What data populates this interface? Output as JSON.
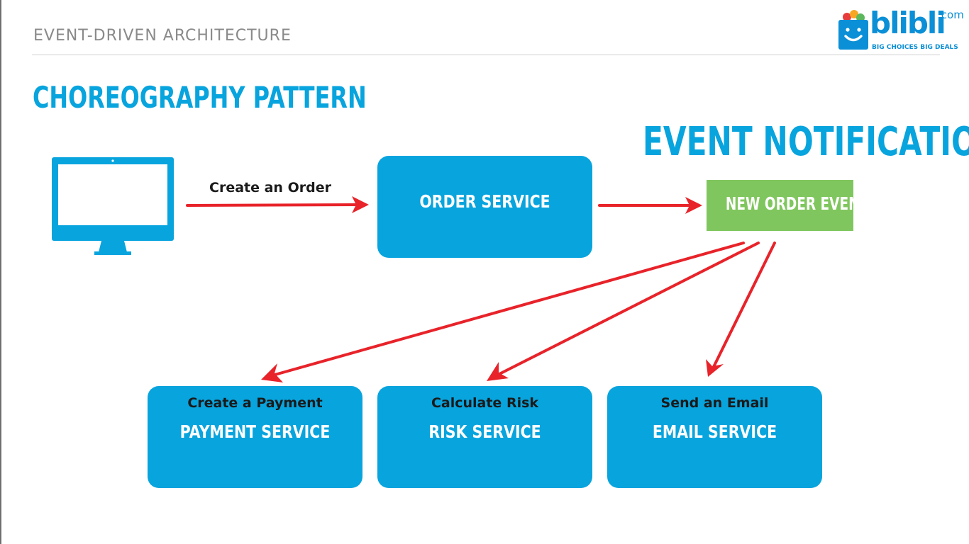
{
  "header": {
    "section_title": "EVENT-DRIVEN ARCHITECTURE",
    "logo": {
      "wordmark": "blibli",
      "domain_suffix": ".com",
      "tagline": "BIG CHOICES  BIG DEALS"
    }
  },
  "slide": {
    "pattern_title": "CHOREOGRAPHY PATTERN",
    "notification_title": "EVENT NOTIFICATION"
  },
  "diagram": {
    "client_icon": "monitor-icon",
    "request_label": "Create an Order",
    "order_service": "ORDER SERVICE",
    "event": "NEW ORDER EVENT",
    "consumers": [
      {
        "action": "Create a Payment",
        "service": "PAYMENT SERVICE"
      },
      {
        "action": "Calculate Risk",
        "service": "RISK SERVICE"
      },
      {
        "action": "Send an Email",
        "service": "EMAIL SERVICE"
      }
    ]
  },
  "colors": {
    "accent_blue": "#08a4de",
    "event_green": "#80c65e",
    "arrow_red": "#e8232a",
    "heading_grey": "#8a8a8a"
  }
}
